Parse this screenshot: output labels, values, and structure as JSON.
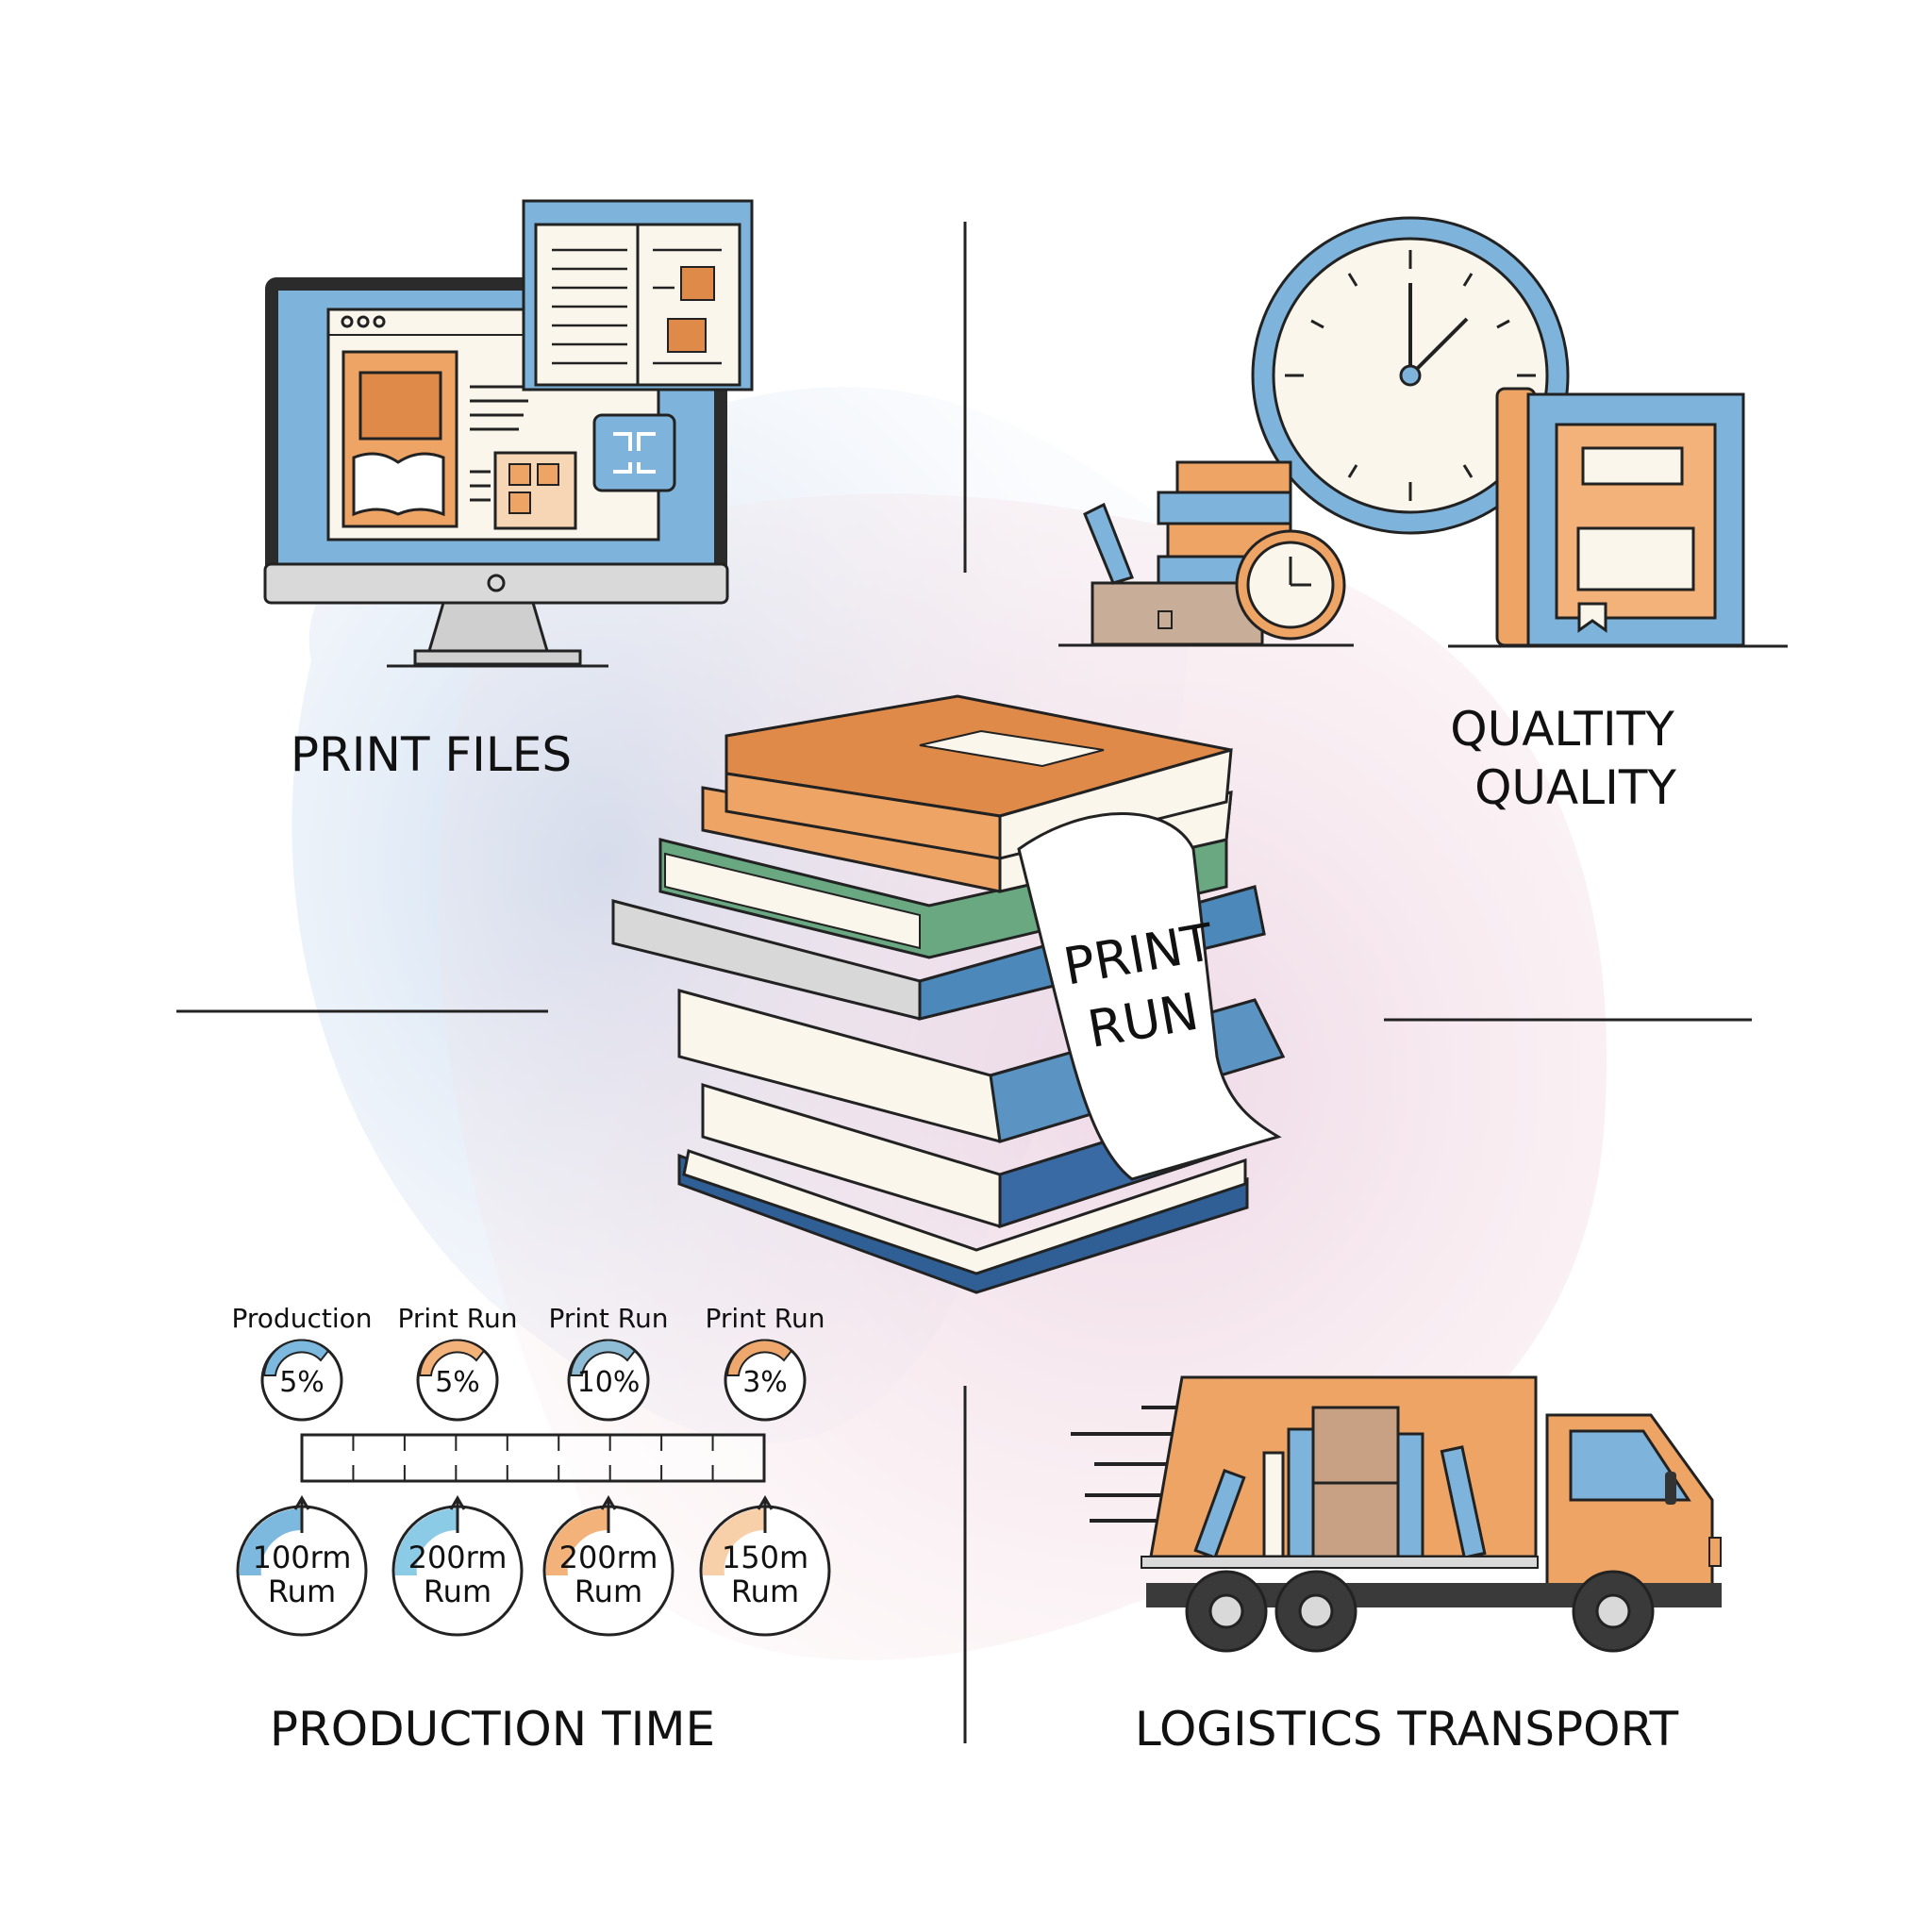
{
  "sections": {
    "print_files": "PRINT FILES",
    "quality_line1": "QUALTITY",
    "quality_line2": "QUALITY",
    "production_time": "PRODUCTION TIME",
    "logistics": "LOGISTICS TRANSPORT",
    "center_banner_line1": "PRINT",
    "center_banner_line2": "RUN"
  },
  "gauges_top": [
    {
      "label": "Production",
      "value": "5%",
      "color": "#7db9de"
    },
    {
      "label": "Print Run",
      "value": "5%",
      "color": "#f2b27a"
    },
    {
      "label": "Print Run",
      "value": "10%",
      "color": "#8fbdd6"
    },
    {
      "label": "Print Run",
      "value": "3%",
      "color": "#eea86e"
    }
  ],
  "gauges_bottom": [
    {
      "line1": "100rm",
      "line2": "Rum",
      "color": "#7db9de"
    },
    {
      "line1": "200rm",
      "line2": "Rum",
      "color": "#8ccbe6"
    },
    {
      "line1": "200rm",
      "line2": "Rum",
      "color": "#f2b27a"
    },
    {
      "line1": "150m",
      "line2": "Rum",
      "color": "#f7cfa8"
    }
  ],
  "colors": {
    "orange": "#eea465",
    "blue": "#7eb4db",
    "dark_blue": "#2f5f95",
    "green": "#6aa882",
    "cream": "#fbf6ec"
  }
}
